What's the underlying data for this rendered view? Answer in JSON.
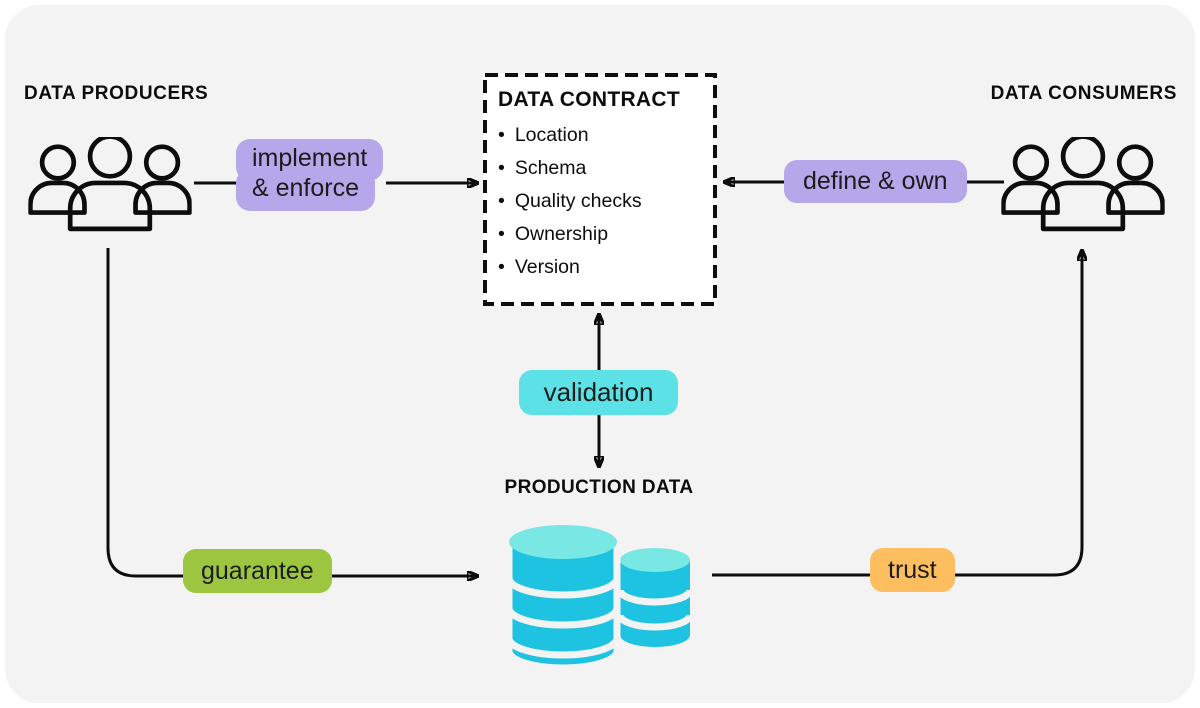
{
  "colors": {
    "page_bg": "#ffffff",
    "panel_bg": "#f2f3f2",
    "ink": "#0d0d0d",
    "purple": "#b5a7e9",
    "turquoise": "#5ce1e6",
    "green": "#9cc63f",
    "orange": "#fcbe5f",
    "db_body": "#1fc3e2",
    "db_top": "#79e7e3",
    "box_bg": "#ffffff"
  },
  "headers": {
    "producers": "DATA PRODUCERS",
    "consumers": "DATA CONSUMERS",
    "production_data": "PRODUCTION DATA"
  },
  "contract": {
    "title": "DATA CONTRACT",
    "items": [
      "Location",
      "Schema",
      "Quality checks",
      "Ownership",
      "Version"
    ]
  },
  "badges": {
    "implement_line1": "implement",
    "implement_line2": "& enforce",
    "define": "define & own",
    "validation": "validation",
    "guarantee": "guarantee",
    "trust": "trust"
  },
  "icons": {
    "producers": "people-group-icon",
    "consumers": "people-group-icon",
    "database": "database-cylinders-icon"
  }
}
